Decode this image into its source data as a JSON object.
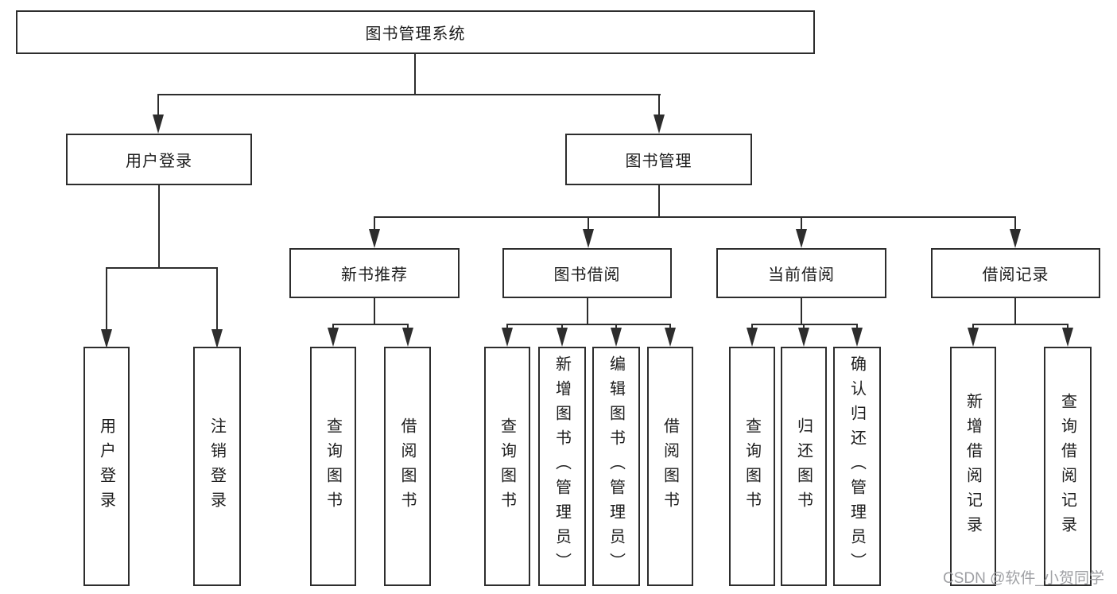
{
  "diagram": {
    "type": "hierarchy-tree",
    "title": "图书管理系统"
  },
  "colors": {
    "line": "#2d2d2d",
    "box_border": "#2d2d2d",
    "box_fill": "#ffffff",
    "text": "#1c1c1c",
    "watermark": "#9fa0a4",
    "background": "#ffffff"
  },
  "tree": {
    "root": {
      "label": "图书管理系统"
    },
    "branches": [
      {
        "label": "用户登录",
        "children": [
          {
            "label": "用户登录"
          },
          {
            "label": "注销登录"
          }
        ]
      },
      {
        "label": "图书管理",
        "children": [
          {
            "label": "新书推荐",
            "children": [
              {
                "label": "查询图书"
              },
              {
                "label": "借阅图书"
              }
            ]
          },
          {
            "label": "图书借阅",
            "children": [
              {
                "label": "查询图书"
              },
              {
                "label": "新增图书（管理员）"
              },
              {
                "label": "编辑图书（管理员）"
              },
              {
                "label": "借阅图书"
              }
            ]
          },
          {
            "label": "当前借阅",
            "children": [
              {
                "label": "查询图书"
              },
              {
                "label": "归还图书"
              },
              {
                "label": "确认归还（管理员）"
              }
            ]
          },
          {
            "label": "借阅记录",
            "children": [
              {
                "label": "新增借阅记录"
              },
              {
                "label": "查询借阅记录"
              }
            ]
          }
        ]
      }
    ]
  },
  "watermark": "CSDN @软件_小贺同学"
}
